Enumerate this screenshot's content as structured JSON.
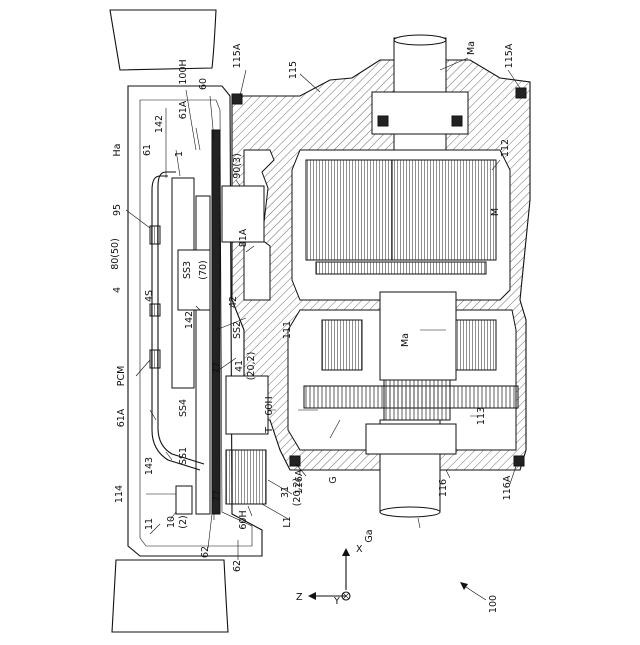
{
  "figure": {
    "labels": [
      {
        "id": "ha",
        "text": "Ha"
      },
      {
        "id": "100h-top",
        "text": "100H"
      },
      {
        "id": "115a-left",
        "text": "115A"
      },
      {
        "id": "115",
        "text": "115"
      },
      {
        "id": "ma-top",
        "text": "Ma"
      },
      {
        "id": "115a-right",
        "text": "115A"
      },
      {
        "id": "142-top",
        "text": "142"
      },
      {
        "id": "61a-top",
        "text": "61A"
      },
      {
        "id": "60",
        "text": "60"
      },
      {
        "id": "61",
        "text": "61"
      },
      {
        "id": "1",
        "text": "1"
      },
      {
        "id": "90-3",
        "text": "90(3)"
      },
      {
        "id": "112",
        "text": "112"
      },
      {
        "id": "95",
        "text": "95"
      },
      {
        "id": "m",
        "text": "M"
      },
      {
        "id": "81a",
        "text": "81A"
      },
      {
        "id": "80-50",
        "text": "80(50)"
      },
      {
        "id": "4",
        "text": "4"
      },
      {
        "id": "ss3",
        "text": "SS3"
      },
      {
        "id": "70",
        "text": "(70)"
      },
      {
        "id": "4s",
        "text": "4S"
      },
      {
        "id": "42",
        "text": "42"
      },
      {
        "id": "142-mid",
        "text": "142"
      },
      {
        "id": "ss2",
        "text": "SS2"
      },
      {
        "id": "111",
        "text": "111"
      },
      {
        "id": "ma-mid",
        "text": "Ma"
      },
      {
        "id": "pcm",
        "text": "PCM"
      },
      {
        "id": "77-top",
        "text": "77"
      },
      {
        "id": "41",
        "text": "41"
      },
      {
        "id": "20-2-top",
        "text": "(20,2)"
      },
      {
        "id": "60h-mid",
        "text": "60H"
      },
      {
        "id": "61a-left",
        "text": "61A"
      },
      {
        "id": "ss4",
        "text": "SS4"
      },
      {
        "id": "t",
        "text": "T"
      },
      {
        "id": "113",
        "text": "113"
      },
      {
        "id": "ss1",
        "text": "SS1"
      },
      {
        "id": "143",
        "text": "143"
      },
      {
        "id": "g",
        "text": "G"
      },
      {
        "id": "116a-left",
        "text": "116A"
      },
      {
        "id": "114",
        "text": "114"
      },
      {
        "id": "31",
        "text": "31"
      },
      {
        "id": "20-2-bot",
        "text": "(20,2)"
      },
      {
        "id": "116",
        "text": "116"
      },
      {
        "id": "116a-right",
        "text": "116A"
      },
      {
        "id": "77-bot",
        "text": "77"
      },
      {
        "id": "11",
        "text": "11"
      },
      {
        "id": "10",
        "text": "10"
      },
      {
        "id": "2",
        "text": "(2)"
      },
      {
        "id": "60h-bot",
        "text": "60H"
      },
      {
        "id": "l1",
        "text": "L1"
      },
      {
        "id": "ga",
        "text": "Ga"
      },
      {
        "id": "62-a",
        "text": "62"
      },
      {
        "id": "62-b",
        "text": "62"
      },
      {
        "id": "axis-x",
        "text": "X"
      },
      {
        "id": "axis-z",
        "text": "Z"
      },
      {
        "id": "axis-y",
        "text": "Y"
      },
      {
        "id": "ref-100",
        "text": "100"
      }
    ]
  }
}
